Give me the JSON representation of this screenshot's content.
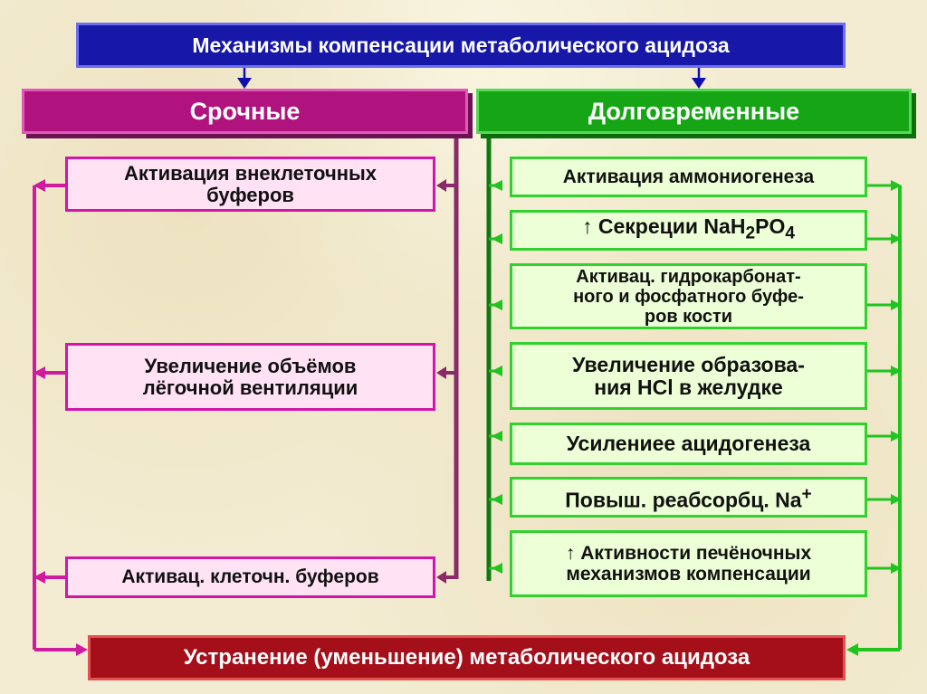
{
  "title": "Механизмы компенсации метаболического ацидоза",
  "categories": {
    "urgent": "Срочные",
    "long_term": "Долговременные"
  },
  "urgent_items": [
    {
      "text": "Активация внеклеточных\nбуферов"
    },
    {
      "text": "Увеличение объёмов\nлёгочной вентиляции"
    },
    {
      "text": "Активац. клеточн. буферов"
    }
  ],
  "long_term_items": [
    {
      "text": "Активация аммониогенеза"
    },
    {
      "prefix": "↑ Секреции NaH",
      "sub1": "2",
      "mid": "PO",
      "sub2": "4"
    },
    {
      "text": "Активац. гидрокарбонат-\nного и фосфатного буфе-\nров кости"
    },
    {
      "text": "Увеличение образова-\nния HCl в желудке"
    },
    {
      "text": "Усилениее ацидогенеза"
    },
    {
      "prefix": "Повыш. реабсорбц. Na",
      "sup": "+"
    },
    {
      "text": "↑ Активности печёночных\nмеханизмов компенсации"
    }
  ],
  "result": "Устранение (уменьшение) метаболического ацидоза",
  "colors": {
    "title_bg": "#1717a8",
    "urgent": "#b0137d",
    "long_term": "#15a515",
    "result_bg": "#a40f1a",
    "arrow_blue": "#1010b0",
    "arrow_pink": "#d01aa0",
    "arrow_purple": "#8a2a6a",
    "arrow_green": "#1fc41f",
    "arrow_dark_green": "#0e7a0e"
  }
}
